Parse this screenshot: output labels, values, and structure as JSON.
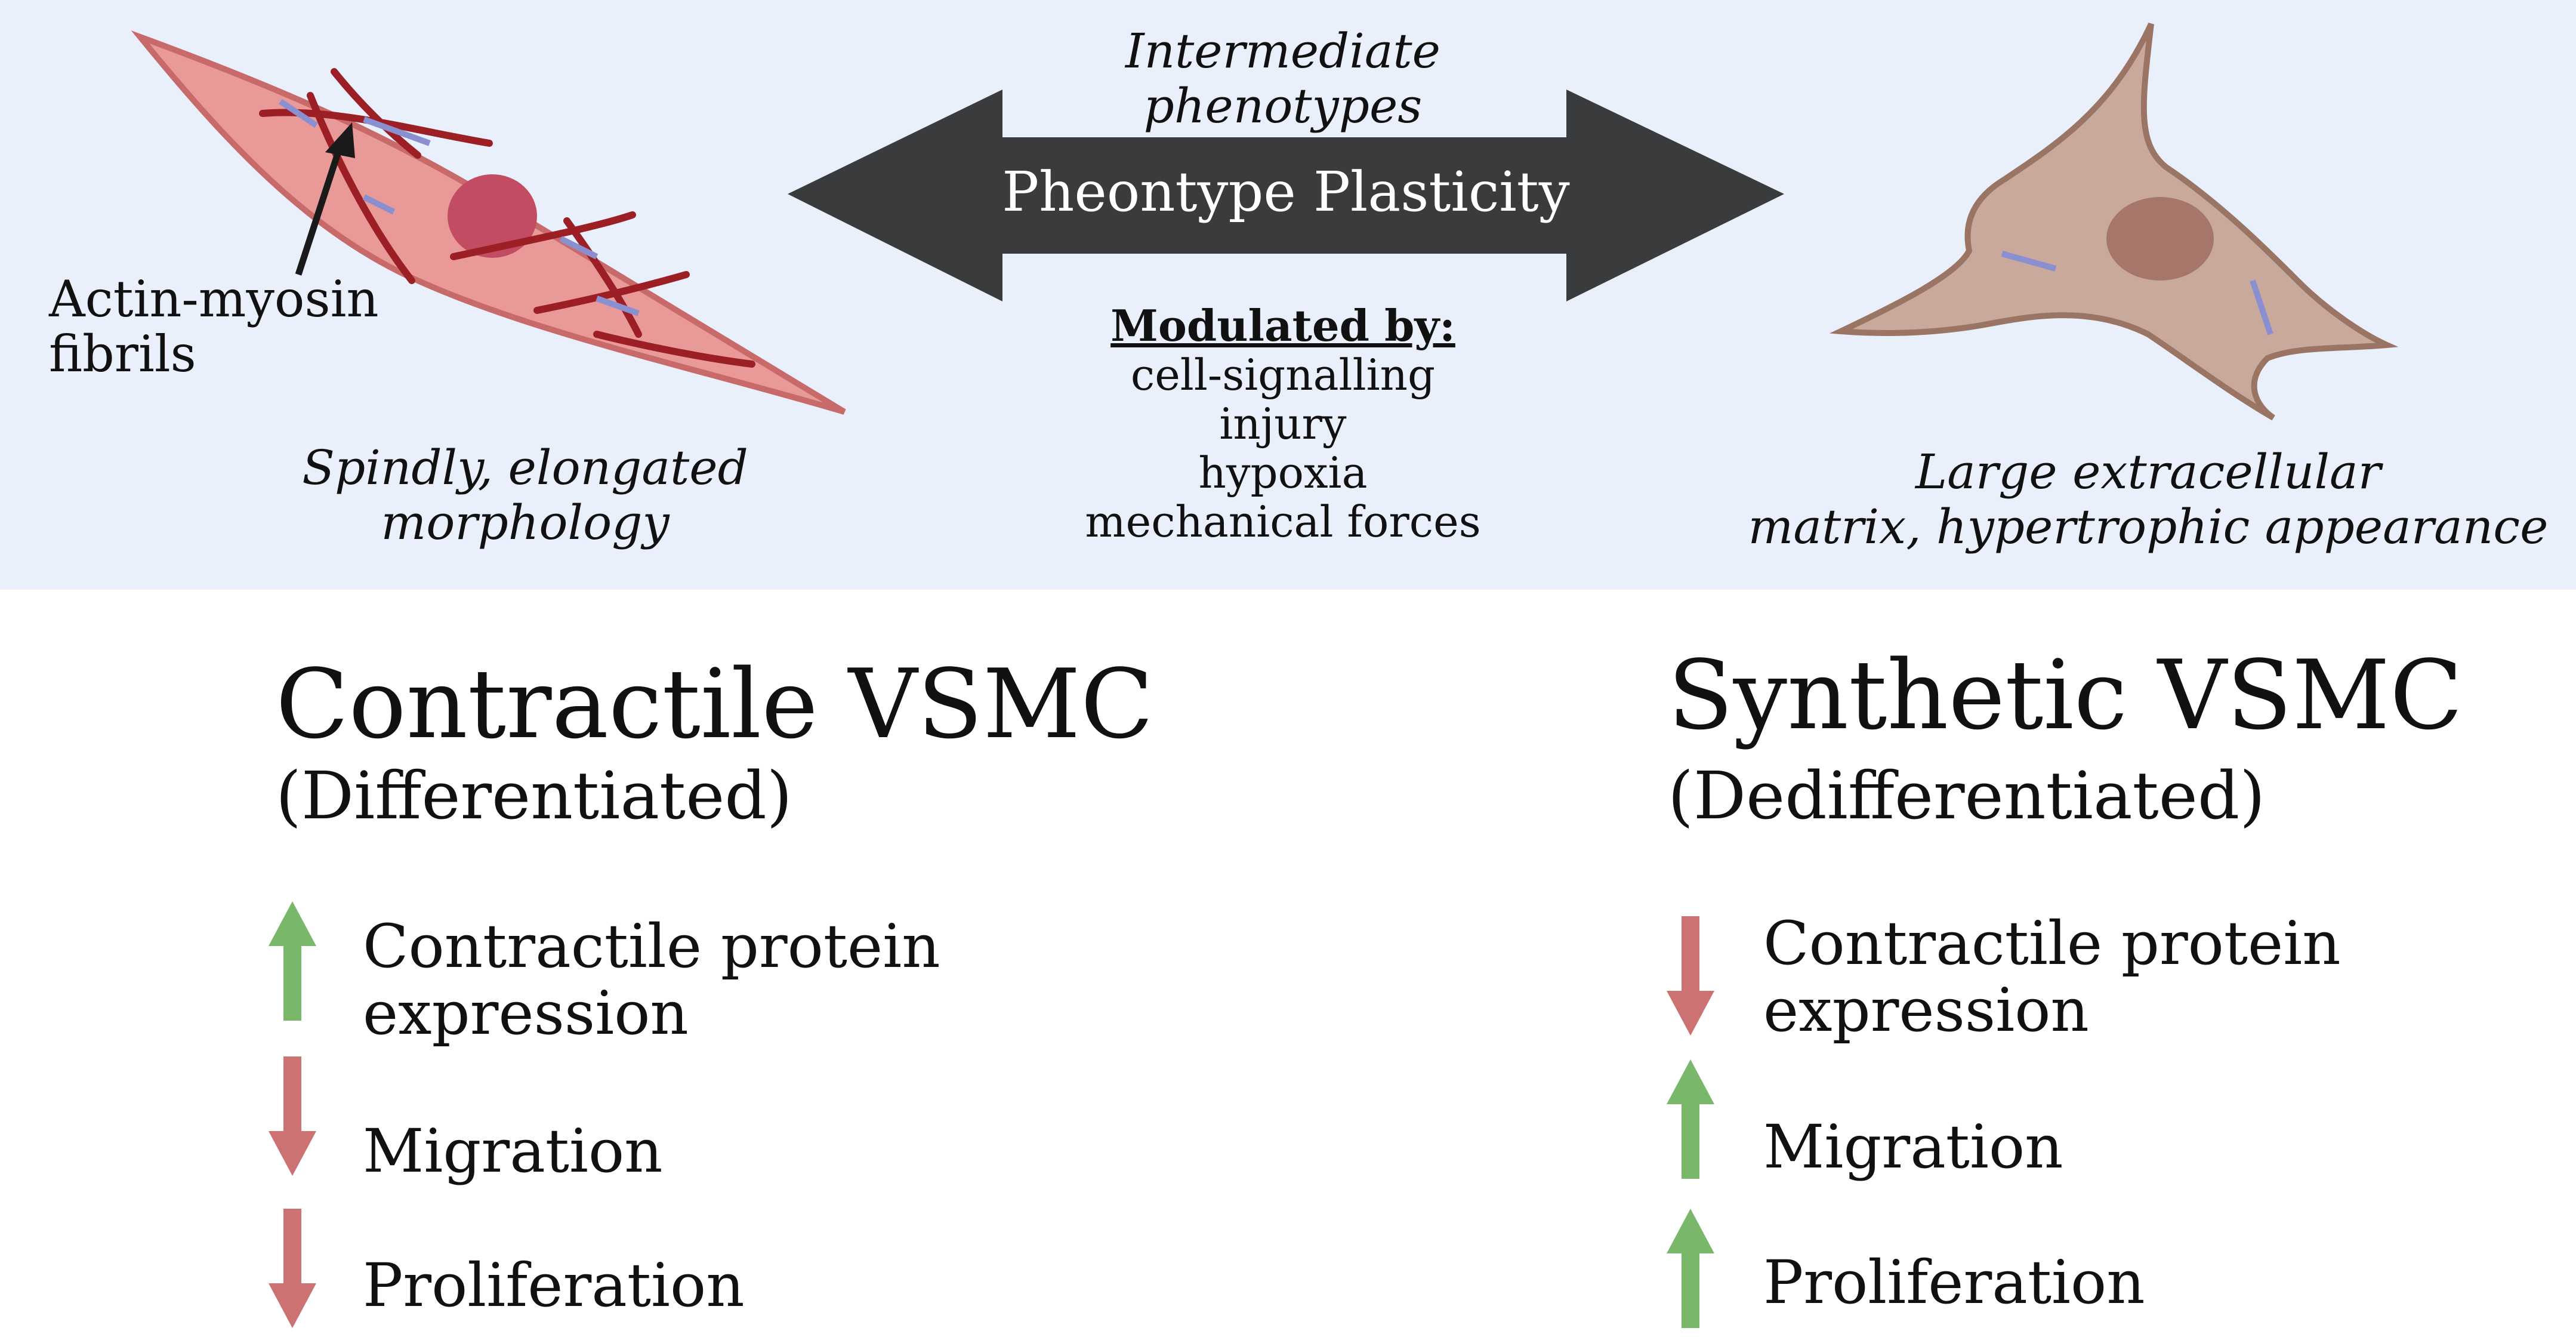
{
  "top_panel": {
    "intermediate_label": [
      "Intermediate",
      "phenotypes"
    ],
    "arrow_label": "Pheontype Plasticity",
    "modulated": {
      "heading": "Modulated by:",
      "items": [
        "cell-signalling",
        "injury",
        "hypoxia",
        "mechanical forces"
      ]
    },
    "left_cell": {
      "callout": [
        "Actin-myosin",
        "fibrils"
      ],
      "caption": [
        "Spindly, elongated",
        "morphology"
      ],
      "fill_color": "#e99a98",
      "outline_color": "#c96a6a",
      "fiber_color": "#9b1f24",
      "nucleus_color": "#c24d62"
    },
    "right_cell": {
      "caption": [
        "Large extracellular",
        "matrix, hypertrophic appearance"
      ],
      "fill_color": "#c9a99b",
      "outline_color": "#9a7564",
      "nucleus_color": "#a6766a"
    },
    "background_color": "#e9f0fb",
    "arrow_color": "#3a3b3d"
  },
  "contractile": {
    "title": "Contractile VSMC",
    "subtitle": "(Differentiated)",
    "items": [
      {
        "label": [
          "Contractile protein",
          "expression"
        ],
        "direction": "up"
      },
      {
        "label": [
          "Migration"
        ],
        "direction": "down"
      },
      {
        "label": [
          "Proliferation"
        ],
        "direction": "down"
      }
    ]
  },
  "synthetic": {
    "title": "Synthetic VSMC",
    "subtitle": "(Dedifferentiated)",
    "items": [
      {
        "label": [
          "Contractile protein",
          "expression"
        ],
        "direction": "down"
      },
      {
        "label": [
          "Migration"
        ],
        "direction": "up"
      },
      {
        "label": [
          "Proliferation"
        ],
        "direction": "up"
      }
    ]
  },
  "colors": {
    "up_arrow": "#79b86a",
    "down_arrow": "#cd7272"
  }
}
